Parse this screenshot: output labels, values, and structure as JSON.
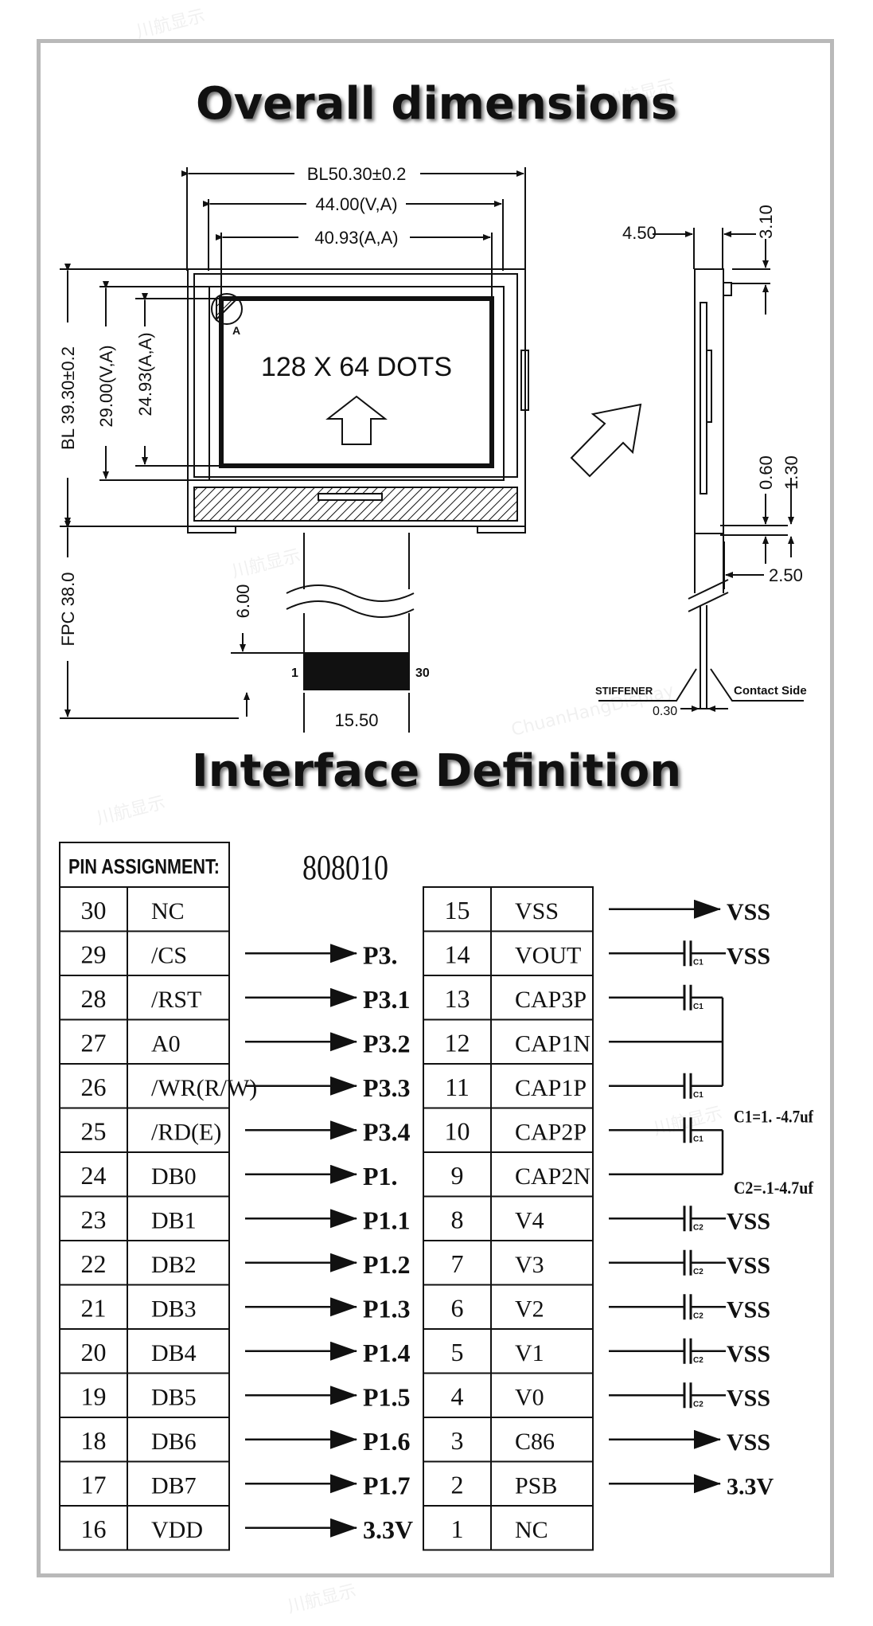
{
  "headings": {
    "overall": "Overall dimensions",
    "interface": "Interface Definition"
  },
  "drawing": {
    "bl_width": "BL50.30±0.2",
    "va_width": "44.00(V,A)",
    "aa_width": "40.93(A,A)",
    "bl_height": "BL 39.30±0.2",
    "va_height": "29.00(V,A)",
    "aa_height": "24.93(A,A)",
    "dots": "128 X 64 DOTS",
    "corner_mark": "A",
    "fpc_length": "FPC 38.0",
    "fpc_pad": "6.00",
    "fpc_width": "15.50",
    "pin_first": "1",
    "pin_last": "30",
    "side_4_50": "4.50",
    "side_3_10": "3.10",
    "side_0_60": "0.60",
    "side_1_30": "1.30",
    "side_2_50": "2.50",
    "side_0_30": "0.30",
    "stiffener": "STIFFENER",
    "contact_side": "Contact Side"
  },
  "pins": {
    "header": "PIN ASSIGNMENT:",
    "model": "808010",
    "left": [
      {
        "num": "30",
        "name": "NC",
        "conn": ""
      },
      {
        "num": "29",
        "name": "/CS",
        "conn": "P3."
      },
      {
        "num": "28",
        "name": "/RST",
        "conn": "P3.1"
      },
      {
        "num": "27",
        "name": "A0",
        "conn": "P3.2"
      },
      {
        "num": "26",
        "name": "/WR(R/W)",
        "conn": "P3.3"
      },
      {
        "num": "25",
        "name": "/RD(E)",
        "conn": "P3.4"
      },
      {
        "num": "24",
        "name": "DB0",
        "conn": "P1."
      },
      {
        "num": "23",
        "name": "DB1",
        "conn": "P1.1"
      },
      {
        "num": "22",
        "name": "DB2",
        "conn": "P1.2"
      },
      {
        "num": "21",
        "name": "DB3",
        "conn": "P1.3"
      },
      {
        "num": "20",
        "name": "DB4",
        "conn": "P1.4"
      },
      {
        "num": "19",
        "name": "DB5",
        "conn": "P1.5"
      },
      {
        "num": "18",
        "name": "DB6",
        "conn": "P1.6"
      },
      {
        "num": "17",
        "name": "DB7",
        "conn": "P1.7"
      },
      {
        "num": "16",
        "name": "VDD",
        "conn": "3.3V"
      }
    ],
    "right": [
      {
        "num": "15",
        "name": "VSS",
        "conn": "VSS",
        "kind": "arrow"
      },
      {
        "num": "14",
        "name": "VOUT",
        "conn": "VSS",
        "kind": "cap",
        "cap": "C1"
      },
      {
        "num": "13",
        "name": "CAP3P",
        "conn": "",
        "kind": "cap",
        "cap": "C1"
      },
      {
        "num": "12",
        "name": "CAP1N",
        "conn": "",
        "kind": "line"
      },
      {
        "num": "11",
        "name": "CAP1P",
        "conn": "",
        "kind": "cap",
        "cap": "C1"
      },
      {
        "num": "10",
        "name": "CAP2P",
        "conn": "",
        "kind": "cap",
        "cap": "C1"
      },
      {
        "num": "9",
        "name": "CAP2N",
        "conn": "",
        "kind": "line"
      },
      {
        "num": "8",
        "name": "V4",
        "conn": "VSS",
        "kind": "cap",
        "cap": "C2"
      },
      {
        "num": "7",
        "name": "V3",
        "conn": "VSS",
        "kind": "cap",
        "cap": "C2"
      },
      {
        "num": "6",
        "name": "V2",
        "conn": "VSS",
        "kind": "cap",
        "cap": "C2"
      },
      {
        "num": "5",
        "name": "V1",
        "conn": "VSS",
        "kind": "cap",
        "cap": "C2"
      },
      {
        "num": "4",
        "name": "V0",
        "conn": "VSS",
        "kind": "cap",
        "cap": "C2"
      },
      {
        "num": "3",
        "name": "C86",
        "conn": "VSS",
        "kind": "arrow"
      },
      {
        "num": "2",
        "name": "PSB",
        "conn": "3.3V",
        "kind": "arrow"
      },
      {
        "num": "1",
        "name": "NC",
        "conn": "",
        "kind": "none"
      }
    ],
    "c1_note": "C1=1. -4.7uf",
    "c2_note": "C2=.1-4.7uf"
  },
  "watermark": {
    "cn": "川航显示",
    "en": "ChuanHangDisplay"
  }
}
